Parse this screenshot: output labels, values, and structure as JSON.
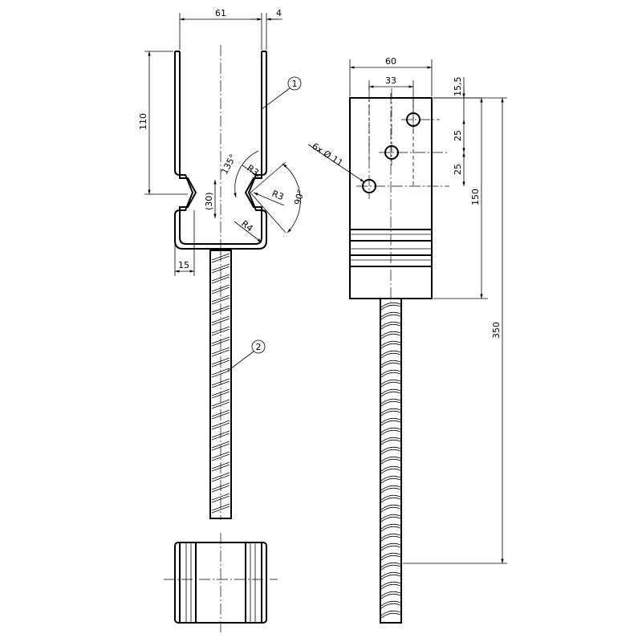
{
  "dimensions": {
    "width_61": "61",
    "thickness_4": "4",
    "height_110": "110",
    "notch_30": "(30)",
    "offset_15": "15",
    "angle_135": "135°",
    "radius_r3_a": "R3",
    "radius_r3_b": "R3",
    "angle_90": "90°",
    "radius_r4": "R4",
    "plate_width_60": "60",
    "hole_spacing_33": "33",
    "edge_15_5": "15,5",
    "pitch_25_a": "25",
    "pitch_25_b": "25",
    "holes_note": "6x Ø 11",
    "height_150": "150",
    "total_350": "350"
  },
  "balloons": {
    "part_1": "1",
    "part_2": "2"
  }
}
